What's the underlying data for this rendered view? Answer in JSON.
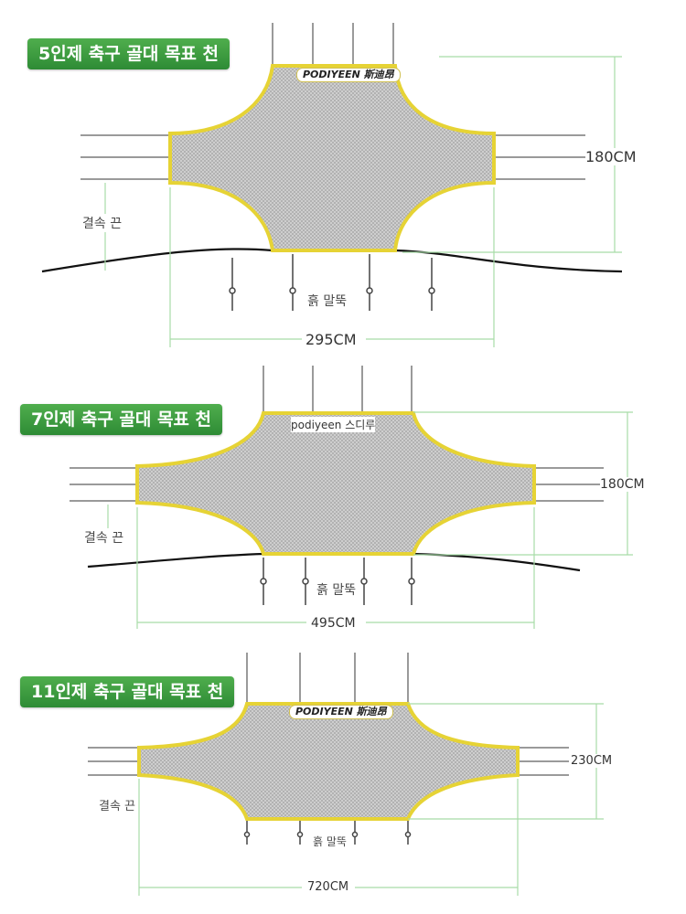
{
  "sections": [
    {
      "title": "5인제 축구 골대 목표 천",
      "brand": "PODIYEEN 斯迪昂",
      "height_label": "180CM",
      "width_label": "295CM",
      "rope_label": "결속 끈",
      "stake_label": "흙 말뚝"
    },
    {
      "title": "7인제 축구 골대 목표 천",
      "brand": "podiyeen 스디루",
      "height_label": "180CM",
      "width_label": "495CM",
      "rope_label": "결속 끈",
      "stake_label": "흙 말뚝"
    },
    {
      "title": "11인제 축구 골대 목표 천",
      "brand": "PODIYEEN 斯迪昂",
      "height_label": "230CM",
      "width_label": "720CM",
      "rope_label": "결속 끈",
      "stake_label": "흙 말뚝"
    }
  ],
  "colors": {
    "badge_green": "#3a9a3e",
    "net_border": "#e8d53a",
    "net_fill": "#c8c8c8",
    "dimension_line": "#a8dca8",
    "rope": "#999999",
    "ground": "#111111"
  }
}
